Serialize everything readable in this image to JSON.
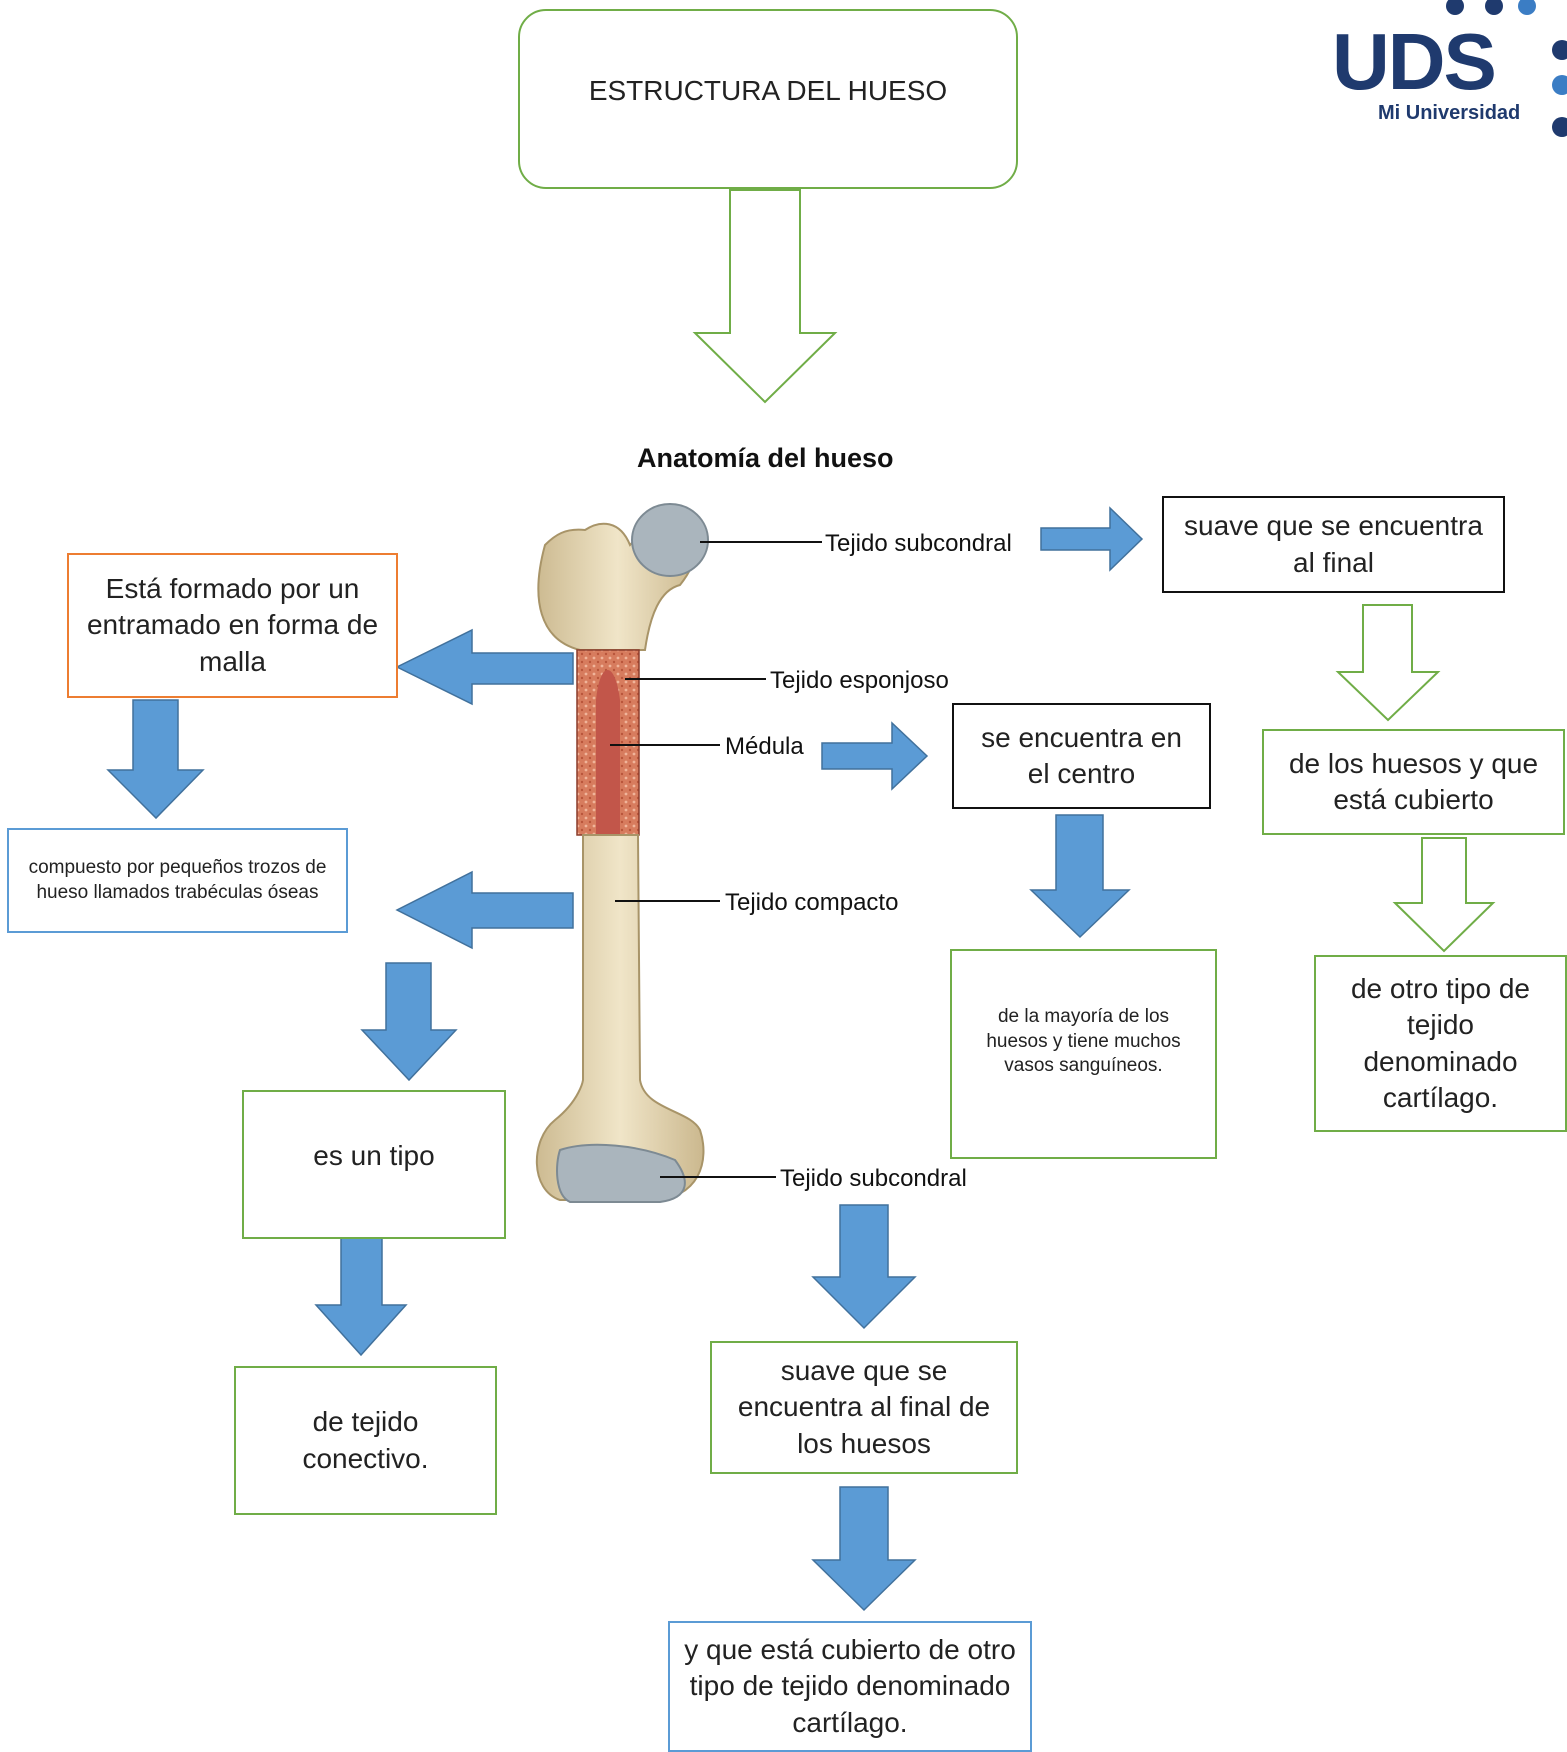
{
  "title": "ESTRUCTURA DEL HUESO",
  "anatomy_title": "Anatomía del hueso",
  "labels": {
    "subchondral_top": "Tejido subcondral",
    "spongy": "Tejido esponjoso",
    "marrow": "Médula",
    "compact": "Tejido compacto",
    "subchondral_bottom": "Tejido subcondral"
  },
  "boxes": {
    "spongy_desc": "Está formado por un entramado en forma de malla",
    "spongy_detail": "compuesto por pequeños trozos de hueso llamados trabéculas óseas",
    "compact_1": "es un tipo",
    "compact_2": "de tejido conectivo.",
    "marrow_desc": "se encuentra en el centro",
    "marrow_detail": "de la mayoría de los huesos y tiene muchos vasos sanguíneos.",
    "top_1": "suave que se encuentra al final",
    "top_2": "de los huesos y que está cubierto",
    "top_3": "de otro tipo de tejido denominado cartílago.",
    "bottom_1": "suave que se encuentra al final de los huesos",
    "bottom_2": "y que está cubierto de otro tipo de tejido denominado cartílago."
  },
  "logo": {
    "text": "UDS",
    "subtitle": "Mi Universidad"
  },
  "colors": {
    "arrow_blue": "#5b9bd5",
    "arrow_outline_green": "#70ad47",
    "logo_navy": "#1f3a6e"
  }
}
